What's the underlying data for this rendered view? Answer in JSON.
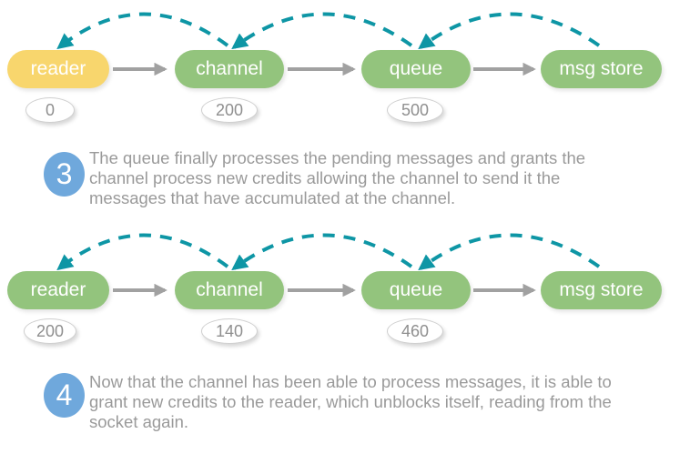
{
  "colors": {
    "node_green": "#93C47D",
    "node_yellow": "#F8D66D",
    "credit_arrow_teal": "#0E96A5",
    "flow_arrow_gray": "#A1A1A1",
    "step_badge_blue": "#6FA8DC",
    "body_text_gray": "#9A9A9A"
  },
  "diagrams": [
    {
      "nodes": [
        {
          "label": "reader",
          "color": "#F8D66D"
        },
        {
          "label": "channel",
          "color": "#93C47D"
        },
        {
          "label": "queue",
          "color": "#93C47D"
        },
        {
          "label": "msg store",
          "color": "#93C47D"
        }
      ],
      "credits": [
        "0",
        "200",
        "500"
      ]
    },
    {
      "nodes": [
        {
          "label": "reader",
          "color": "#93C47D"
        },
        {
          "label": "channel",
          "color": "#93C47D"
        },
        {
          "label": "queue",
          "color": "#93C47D"
        },
        {
          "label": "msg store",
          "color": "#93C47D"
        }
      ],
      "credits": [
        "200",
        "140",
        "460"
      ]
    }
  ],
  "steps": [
    {
      "number": "3",
      "lines": [
        "The queue finally processes the pending messages and grants the",
        "channel process new credits allowing the channel to send it the",
        "messages that have accumulated at the channel."
      ]
    },
    {
      "number": "4",
      "lines": [
        "Now that the channel has been able to process messages, it is able to",
        "grant new credits to the reader, which unblocks itself, reading from the",
        "socket again."
      ]
    }
  ]
}
